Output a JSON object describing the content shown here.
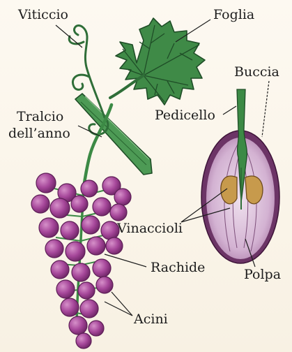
{
  "labels": {
    "viticcio": "Viticcio",
    "foglia": "Foglia",
    "buccia": "Buccia",
    "tralcio_line1": "Tralcio",
    "tralcio_line2": "dell’anno",
    "pedicello": "Pedicello",
    "vinaccioli": "Vinaccioli",
    "rachide": "Rachide",
    "polpa": "Polpa",
    "acini": "Acini"
  },
  "colors": {
    "leaf": "#3f8a47",
    "leaf_dark": "#1f4d27",
    "stem": "#3c8a45",
    "grape": "#9e3d8e",
    "grape_light": "#c77cb8",
    "skin": "#6c3466",
    "pulp": "#dcc1db",
    "seed": "#c79a4c",
    "background": "#fbf6ec"
  }
}
